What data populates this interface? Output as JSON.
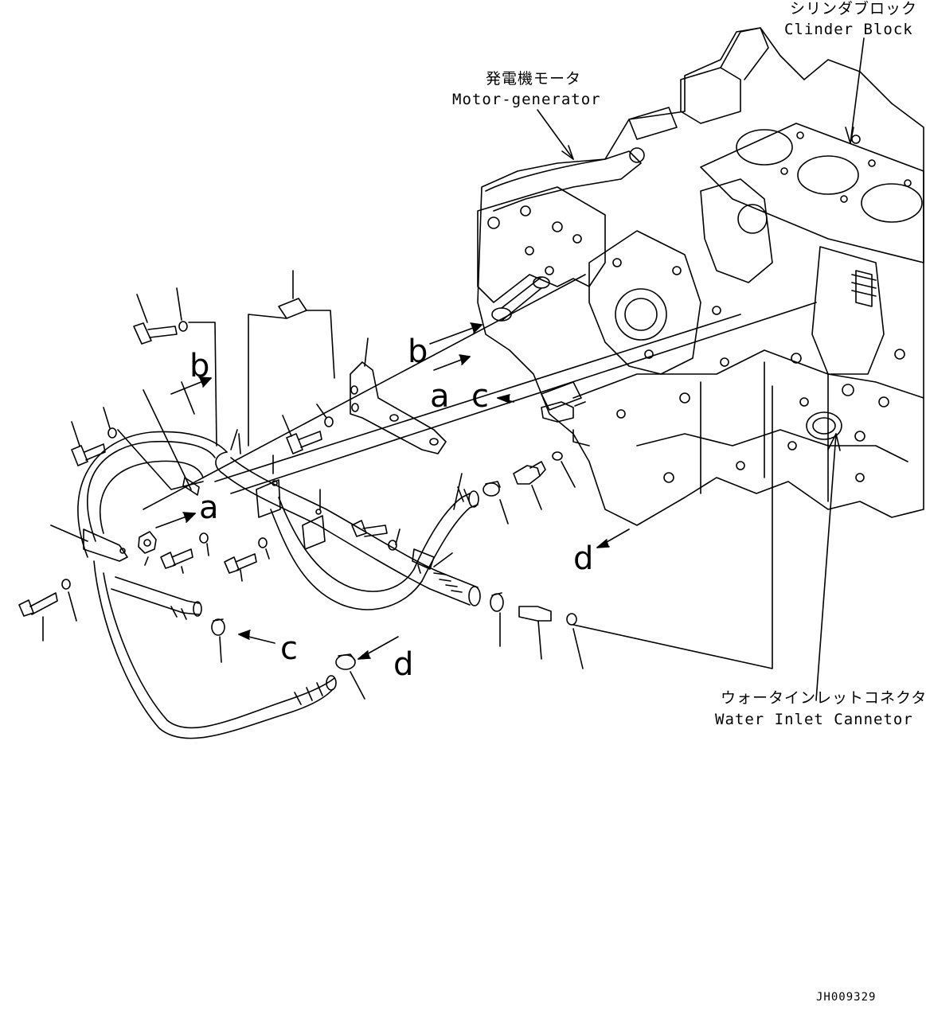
{
  "labels": {
    "cylinder_block_jp": "シリンダブロック",
    "cylinder_block_en": "Clinder Block",
    "motor_generator_jp": "発電機モータ",
    "motor_generator_en": "Motor-generator",
    "water_inlet_jp": "ウォータインレットコネクタ",
    "water_inlet_en": "Water Inlet Cannetor"
  },
  "callouts": {
    "b_left": "b",
    "b_right": "b",
    "a_mid": "a",
    "a_left": "a",
    "c_right": "c",
    "c_bottom": "c",
    "d_right": "d",
    "d_bottom": "d"
  },
  "drawing_code": "JH009329",
  "colors": {
    "line": "#000000",
    "background": "#ffffff"
  }
}
